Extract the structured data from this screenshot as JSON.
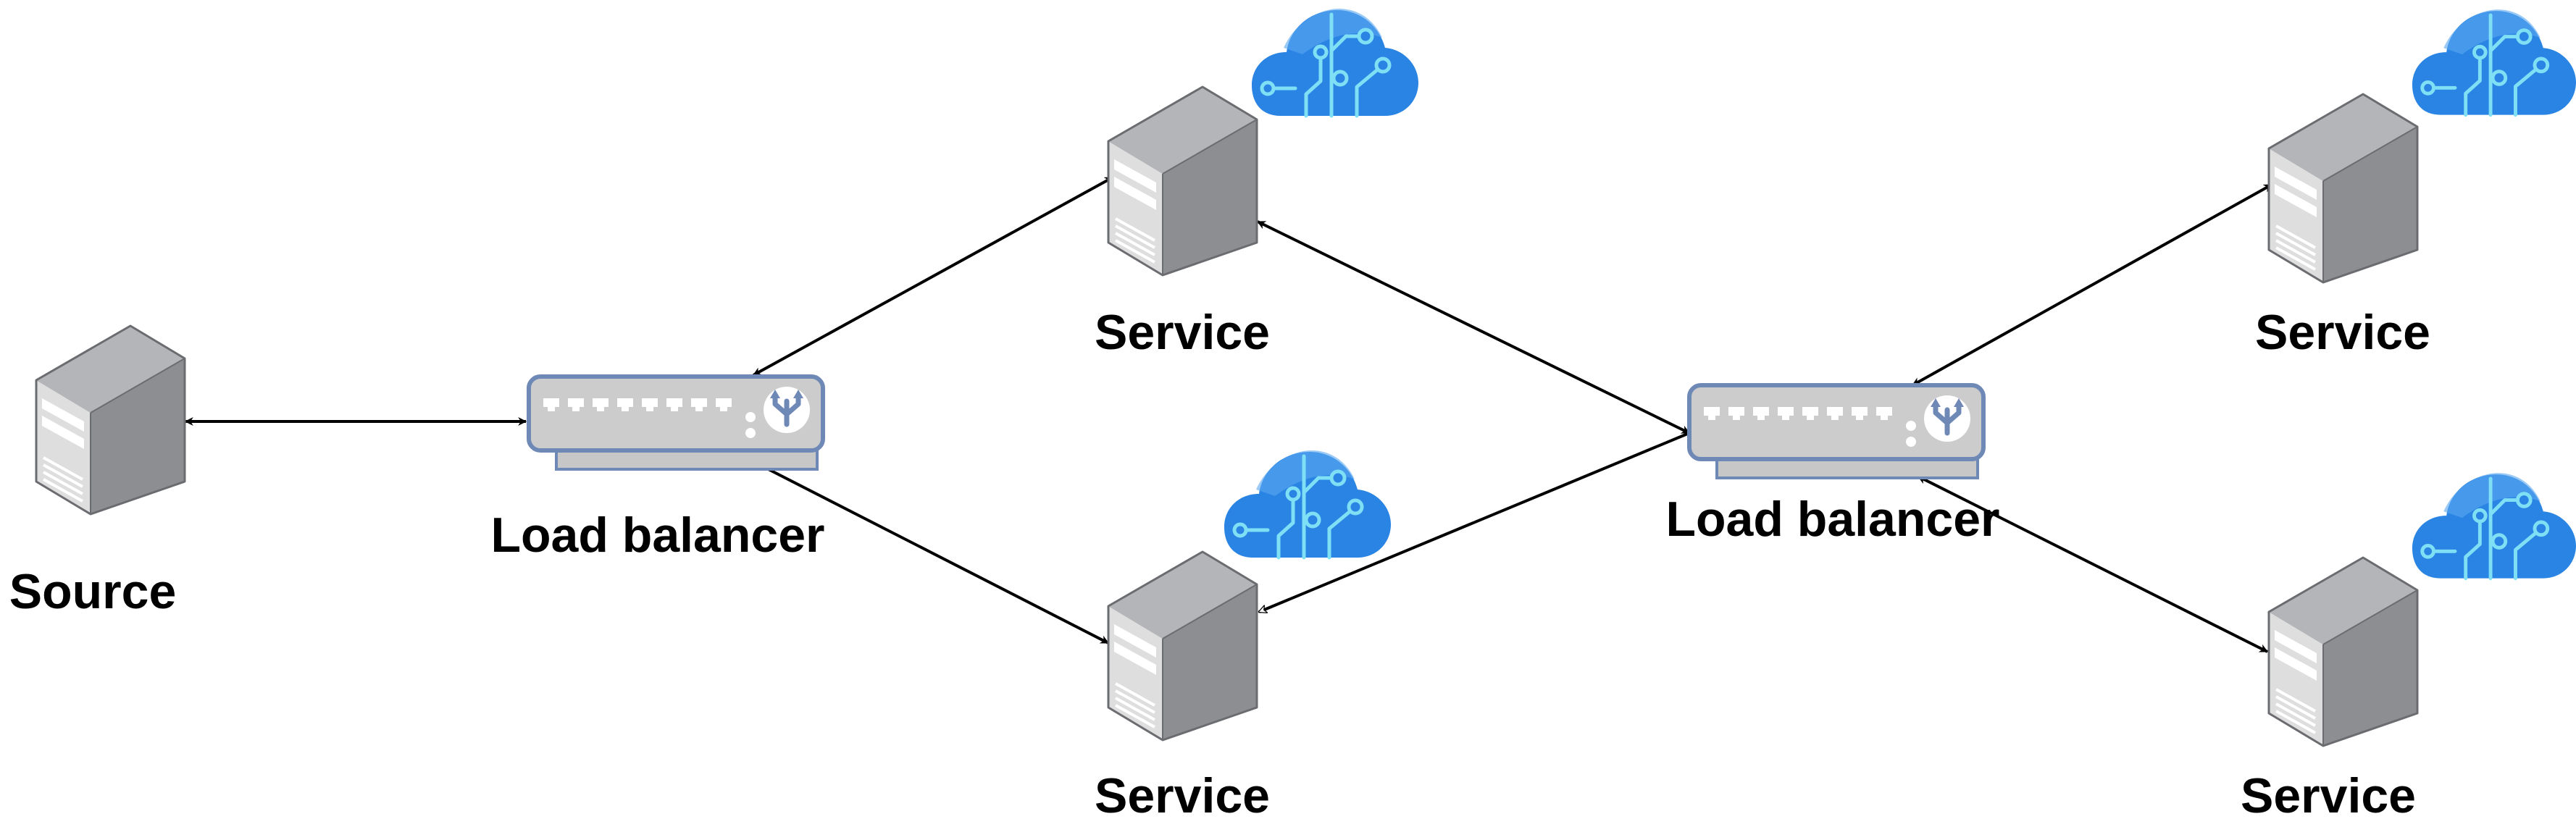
{
  "diagram": {
    "colors": {
      "server_light": "#d8d8d8",
      "server_dark": "#8d8e92",
      "lb_body": "#cccccc",
      "lb_border": "#6f89b7",
      "cloud": "#2a84e3",
      "arrow": "#000000",
      "text": "#000000"
    },
    "nodes": {
      "source": {
        "label": "Source",
        "icon": "server-icon"
      },
      "lb1": {
        "label": "Load balancer",
        "icon": "load-balancer-icon"
      },
      "lb2": {
        "label": "Load balancer",
        "icon": "load-balancer-icon"
      },
      "service_top_mid": {
        "label": "Service",
        "icon": "server-icon",
        "badge": "ai-cloud-icon"
      },
      "service_bottom_mid": {
        "label": "Service",
        "icon": "server-icon",
        "badge": "ai-cloud-icon"
      },
      "service_top_right": {
        "label": "Service",
        "icon": "server-icon",
        "badge": "ai-cloud-icon"
      },
      "service_bottom_right": {
        "label": "Service",
        "icon": "server-icon",
        "badge": "ai-cloud-icon"
      }
    },
    "edges": [
      {
        "from": "source",
        "to": "lb1",
        "direction": "both"
      },
      {
        "from": "lb1",
        "to": "service_top_mid",
        "direction": "both"
      },
      {
        "from": "lb1",
        "to": "service_bottom_mid",
        "direction": "both"
      },
      {
        "from": "service_top_mid",
        "to": "lb2",
        "direction": "both"
      },
      {
        "from": "lb2",
        "to": "service_bottom_mid",
        "direction": "both"
      },
      {
        "from": "lb2",
        "to": "service_top_right",
        "direction": "both"
      },
      {
        "from": "lb2",
        "to": "service_bottom_right",
        "direction": "both"
      }
    ]
  }
}
